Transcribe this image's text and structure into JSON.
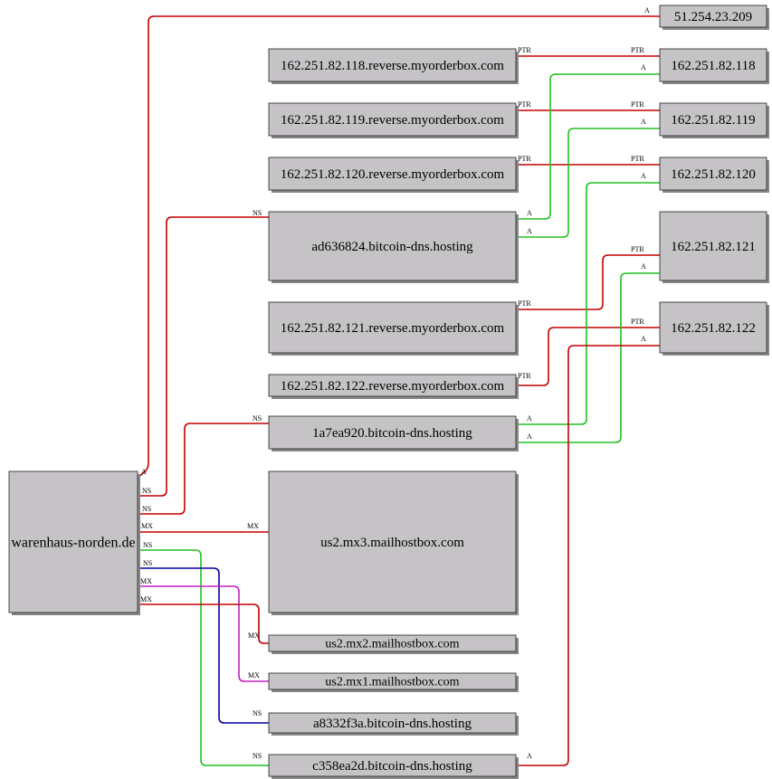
{
  "colors": {
    "red": "#c40000",
    "green": "#22c022",
    "blue": "#0000a0",
    "magenta": "#c020c0"
  },
  "nodes": [
    {
      "id": "src",
      "label": "warenhaus-norden.de"
    },
    {
      "id": "ip209",
      "label": "51.254.23.209"
    },
    {
      "id": "ip118",
      "label": "162.251.82.118"
    },
    {
      "id": "ip119",
      "label": "162.251.82.119"
    },
    {
      "id": "ip120",
      "label": "162.251.82.120"
    },
    {
      "id": "ip121",
      "label": "162.251.82.121"
    },
    {
      "id": "ip122",
      "label": "162.251.82.122"
    },
    {
      "id": "rev118",
      "label": "162.251.82.118.reverse.myorderbox.com"
    },
    {
      "id": "rev119",
      "label": "162.251.82.119.reverse.myorderbox.com"
    },
    {
      "id": "rev120",
      "label": "162.251.82.120.reverse.myorderbox.com"
    },
    {
      "id": "ad636824",
      "label": "ad636824.bitcoin-dns.hosting"
    },
    {
      "id": "rev121",
      "label": "162.251.82.121.reverse.myorderbox.com"
    },
    {
      "id": "rev122",
      "label": "162.251.82.122.reverse.myorderbox.com"
    },
    {
      "id": "1a7ea920",
      "label": "1a7ea920.bitcoin-dns.hosting"
    },
    {
      "id": "mx3",
      "label": "us2.mx3.mailhostbox.com"
    },
    {
      "id": "mx2",
      "label": "us2.mx2.mailhostbox.com"
    },
    {
      "id": "mx1",
      "label": "us2.mx1.mailhostbox.com"
    },
    {
      "id": "a8332f3a",
      "label": "a8332f3a.bitcoin-dns.hosting"
    },
    {
      "id": "c358ea2d",
      "label": "c358ea2d.bitcoin-dns.hosting"
    }
  ],
  "edges": [
    {
      "id": "src-ip209",
      "from": "src",
      "to": "ip209",
      "type": "A",
      "color": "red"
    },
    {
      "id": "src-ad636824",
      "from": "src",
      "to": "ad636824",
      "type": "NS",
      "color": "red"
    },
    {
      "id": "src-1a7ea920",
      "from": "src",
      "to": "1a7ea920",
      "type": "NS",
      "color": "red"
    },
    {
      "id": "src-mx3",
      "from": "src",
      "to": "mx3",
      "type": "MX",
      "color": "red"
    },
    {
      "id": "src-c358ea2d",
      "from": "src",
      "to": "c358ea2d",
      "type": "NS",
      "color": "green"
    },
    {
      "id": "src-a8332f3a",
      "from": "src",
      "to": "a8332f3a",
      "type": "NS",
      "color": "blue"
    },
    {
      "id": "src-mx1",
      "from": "src",
      "to": "mx1",
      "type": "MX",
      "color": "magenta"
    },
    {
      "id": "src-mx2",
      "from": "src",
      "to": "mx2",
      "type": "MX",
      "color": "red"
    },
    {
      "id": "rev118-ip118",
      "from": "rev118",
      "to": "ip118",
      "type": "PTR",
      "color": "red"
    },
    {
      "id": "rev119-ip119",
      "from": "rev119",
      "to": "ip119",
      "type": "PTR",
      "color": "red"
    },
    {
      "id": "rev120-ip120",
      "from": "rev120",
      "to": "ip120",
      "type": "PTR",
      "color": "red"
    },
    {
      "id": "rev121-ip121",
      "from": "rev121",
      "to": "ip121",
      "type": "PTR",
      "color": "red"
    },
    {
      "id": "rev122-ip122",
      "from": "rev122",
      "to": "ip122",
      "type": "PTR",
      "color": "red"
    },
    {
      "id": "ad636824-ip118",
      "from": "ad636824",
      "to": "ip118",
      "type": "A",
      "color": "green"
    },
    {
      "id": "ad636824-ip119",
      "from": "ad636824",
      "to": "ip119",
      "type": "A",
      "color": "green"
    },
    {
      "id": "1a7ea920-ip120",
      "from": "1a7ea920",
      "to": "ip120",
      "type": "A",
      "color": "green"
    },
    {
      "id": "1a7ea920-ip121",
      "from": "1a7ea920",
      "to": "ip121",
      "type": "A",
      "color": "green"
    },
    {
      "id": "c358ea2d-ip122",
      "from": "c358ea2d",
      "to": "ip122",
      "type": "A",
      "color": "red"
    }
  ]
}
